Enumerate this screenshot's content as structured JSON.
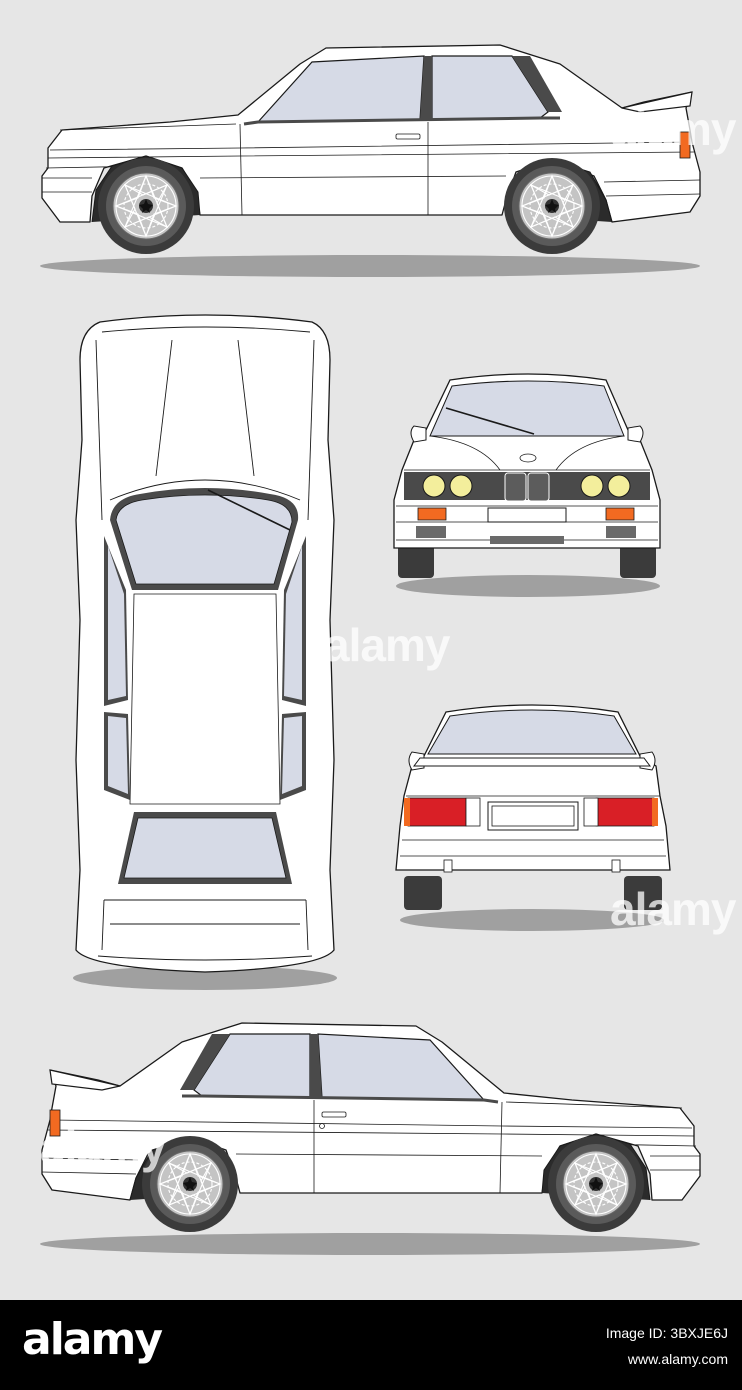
{
  "colors": {
    "background": "#e6e6e6",
    "body": "#ffffff",
    "outline": "#1a1a1a",
    "glass": "#d6dae6",
    "trim": "#4a4a4a",
    "shadow": "#9a9a9a",
    "indicator": "#f26a21",
    "taillight": "#d91f26",
    "headlight": "#f3ee9c",
    "tire": "#4a4a4a",
    "rim": "#b8b8b8",
    "footer": "#000000"
  },
  "views": [
    {
      "name": "left-side-view"
    },
    {
      "name": "top-view"
    },
    {
      "name": "front-view"
    },
    {
      "name": "rear-view"
    },
    {
      "name": "right-side-view"
    }
  ],
  "watermark": {
    "text": "alamy"
  },
  "footer": {
    "logo": "alamy",
    "image_id": "Image ID: 3BXJE6J",
    "site": "www.alamy.com"
  }
}
